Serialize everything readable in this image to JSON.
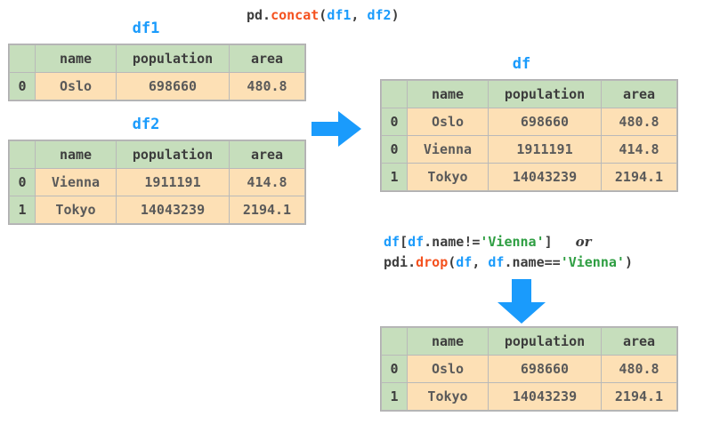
{
  "colors": {
    "accent_blue": "#1a9bfc",
    "header_green": "#c6debc",
    "cell_peach": "#fde0b5",
    "code_fn_orange": "#f4511e",
    "code_string_green": "#2e9e42",
    "code_text_gray": "#3d3d3d",
    "arrow_blue": "#1a9bfc"
  },
  "top_code": {
    "module": "pd.",
    "func": "concat",
    "open_paren": "(",
    "arg1": "df1",
    "comma": ", ",
    "arg2": "df2",
    "close_paren": ")"
  },
  "filter_code": {
    "line1": {
      "var1": "df",
      "bracket_open": "[",
      "var2": "df",
      "attr": ".name",
      "operator": "!=",
      "string": "'Vienna'",
      "bracket_close": "]",
      "or_word": "or"
    },
    "line2": {
      "module": "pdi.",
      "func": "drop",
      "open_paren": "(",
      "arg1": "df",
      "comma": ", ",
      "arg2": "df",
      "attr": ".name",
      "operator": "==",
      "string": "'Vienna'",
      "close_paren": ")"
    }
  },
  "tables": {
    "df1": {
      "label": "df1",
      "columns": [
        "",
        "name",
        "population",
        "area"
      ],
      "rows": [
        {
          "index": "0",
          "cells": [
            "Oslo",
            "698660",
            "480.8"
          ]
        }
      ]
    },
    "df2": {
      "label": "df2",
      "columns": [
        "",
        "name",
        "population",
        "area"
      ],
      "rows": [
        {
          "index": "0",
          "cells": [
            "Vienna",
            "1911191",
            "414.8"
          ]
        },
        {
          "index": "1",
          "cells": [
            "Tokyo",
            "14043239",
            "2194.1"
          ]
        }
      ]
    },
    "df_concat": {
      "label": "df",
      "columns": [
        "",
        "name",
        "population",
        "area"
      ],
      "rows": [
        {
          "index": "0",
          "cells": [
            "Oslo",
            "698660",
            "480.8"
          ]
        },
        {
          "index": "0",
          "cells": [
            "Vienna",
            "1911191",
            "414.8"
          ]
        },
        {
          "index": "1",
          "cells": [
            "Tokyo",
            "14043239",
            "2194.1"
          ]
        }
      ]
    },
    "df_filtered": {
      "label": "",
      "columns": [
        "",
        "name",
        "population",
        "area"
      ],
      "rows": [
        {
          "index": "0",
          "cells": [
            "Oslo",
            "698660",
            "480.8"
          ]
        },
        {
          "index": "1",
          "cells": [
            "Tokyo",
            "14043239",
            "2194.1"
          ]
        }
      ]
    }
  },
  "arrows": {
    "concat_arrow": "arrow-right",
    "filter_arrow": "arrow-down"
  }
}
